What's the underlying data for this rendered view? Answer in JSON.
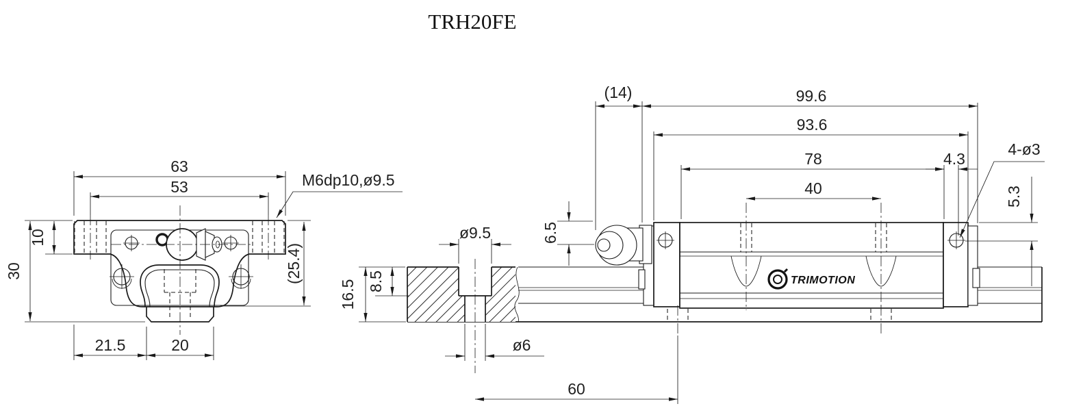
{
  "title": "TRH20FE",
  "front_view": {
    "width": "63",
    "hole_pitch": "53",
    "thread_note": "M6dp10,ø9.5",
    "flange_height": "10",
    "total_height": "30",
    "block_height": "(25.4)",
    "left_offset": "21.5",
    "rail_width": "20"
  },
  "section_view": {
    "counterbore_dia": "ø9.5",
    "counterbore_depth": "8.5",
    "rail_height": "16.5",
    "hole_dia": "ø6",
    "rail_hole_pitch": "60"
  },
  "side_view": {
    "nipple_overhang": "(14)",
    "total_length": "99.6",
    "block_length": "93.6",
    "body_length": "78",
    "mount_hole_pitch": "40",
    "end_hole_offset": "4.3",
    "end_holes_note": "4-ø3",
    "end_hole_depth": "5.3",
    "nipple_height": "6.5",
    "logo_text": "TRIMOTION"
  },
  "colors": {
    "line": "#1a1a1a",
    "background": "#ffffff"
  }
}
